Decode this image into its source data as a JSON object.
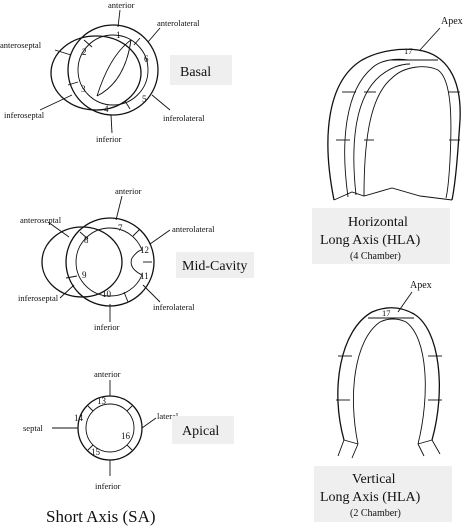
{
  "sa": {
    "basal": {
      "title": "Basal",
      "labels": {
        "anterior": "anterior",
        "anterolateral": "anterolateral",
        "anteroseptal": "anteroseptal",
        "inferoseptal": "inferoseptal",
        "inferior": "inferior",
        "inferolateral": "inferolateral"
      },
      "segments": [
        "1",
        "2",
        "3",
        "4",
        "5",
        "6"
      ]
    },
    "mid": {
      "title": "Mid-Cavity",
      "labels": {
        "anterior": "anterior",
        "anterolateral": "anterolateral",
        "anteroseptal": "anteroseptal",
        "inferoseptal": "inferoseptal",
        "inferior": "inferior",
        "inferolateral": "inferolateral"
      },
      "segments": [
        "7",
        "8",
        "9",
        "10",
        "11",
        "12"
      ]
    },
    "apical": {
      "title": "Apical",
      "labels": {
        "anterior": "anterior",
        "septal": "septal",
        "lateral": "lateral",
        "inferior": "inferior"
      },
      "segments": [
        "13",
        "14",
        "15",
        "16"
      ]
    },
    "caption": "Short Axis (SA)"
  },
  "hla": {
    "apex_label": "Apex",
    "segment": "17",
    "title_line1": "Horizontal",
    "title_line2": "Long Axis (HLA)",
    "subtitle": "(4 Chamber)"
  },
  "vla": {
    "apex_label": "Apex",
    "segment": "17",
    "title_line1": "Vertical",
    "title_line2": "Long Axis (HLA)",
    "subtitle": "(2 Chamber)"
  }
}
